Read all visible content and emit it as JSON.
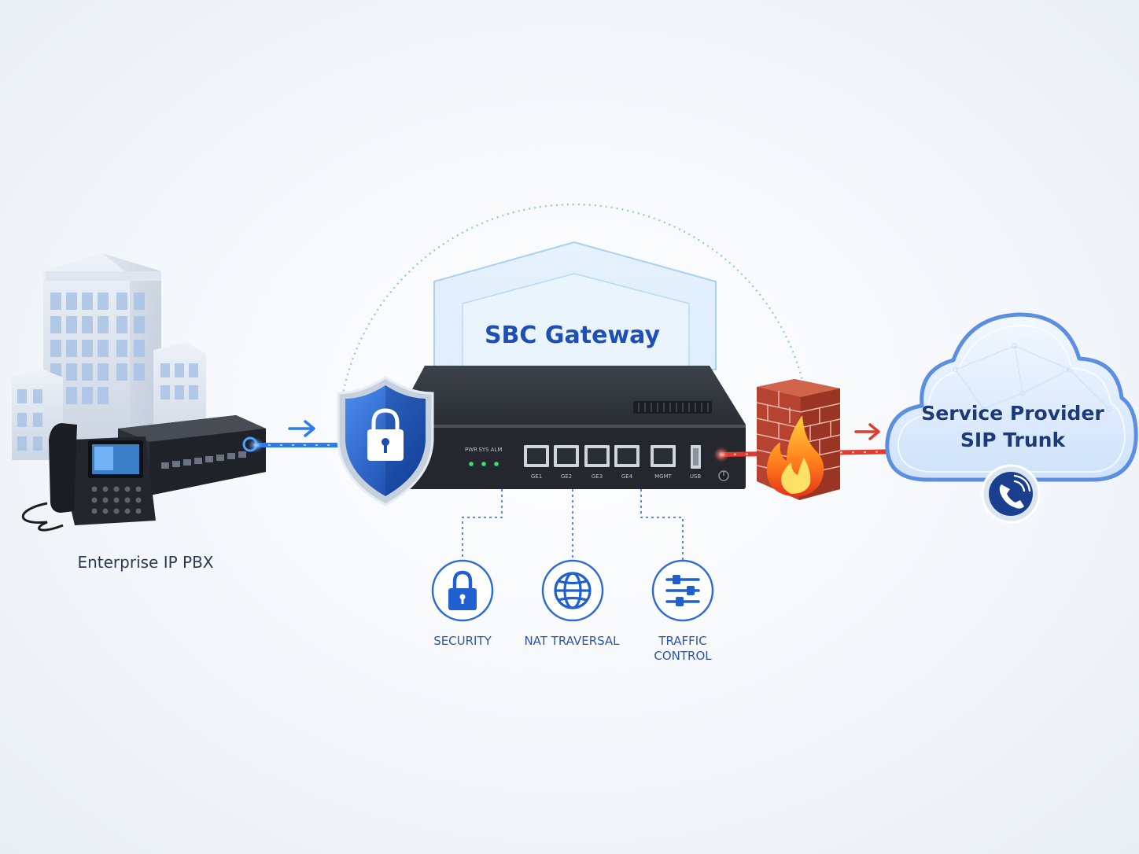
{
  "enterprise": {
    "label": "Enterprise IP PBX"
  },
  "gateway": {
    "title": "SBC Gateway",
    "leds": [
      "PWR",
      "SYS",
      "ALM"
    ],
    "ports": [
      "GE1",
      "GE2",
      "GE3",
      "GE4",
      "MGMT"
    ],
    "usb_label": "USB"
  },
  "provider": {
    "line1": "Service Provider",
    "line2": "SIP Trunk"
  },
  "features": [
    {
      "label": "SECURITY",
      "icon": "padlock-icon"
    },
    {
      "label": "NAT TRAVERSAL",
      "icon": "globe-icon"
    },
    {
      "label": "TRAFFIC\nCONTROL",
      "icon": "sliders-icon"
    }
  ],
  "colors": {
    "accent_blue": "#1f5fd0",
    "link_blue": "#2d7bf0",
    "link_red": "#e23a2e",
    "device_dark": "#2b2f36"
  }
}
